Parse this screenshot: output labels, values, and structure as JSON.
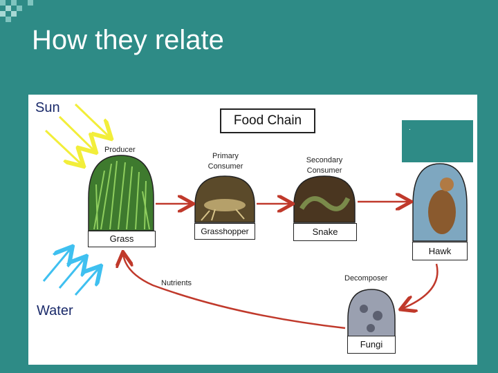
{
  "slide": {
    "title": "How they relate"
  },
  "diagram": {
    "sun_label": "Sun",
    "water_label": "Water",
    "chain_title": "Food Chain",
    "teal_box_text": ".",
    "nodes": [
      {
        "role": "Producer",
        "name": "Grass"
      },
      {
        "role_line1": "Primary",
        "role_line2": "Consumer",
        "name": "Grasshopper"
      },
      {
        "role_line1": "Secondary",
        "role_line2": "Consumer",
        "name": "Snake"
      },
      {
        "name": "Hawk"
      },
      {
        "role": "Decomposer",
        "name": "Fungi"
      }
    ],
    "nutrients_label": "Nutrients",
    "colors": {
      "background": "#2E8B86",
      "sun_rays": "#F2EE3A",
      "water_rays": "#3FC0F0",
      "arrows": "#C0392B"
    }
  }
}
